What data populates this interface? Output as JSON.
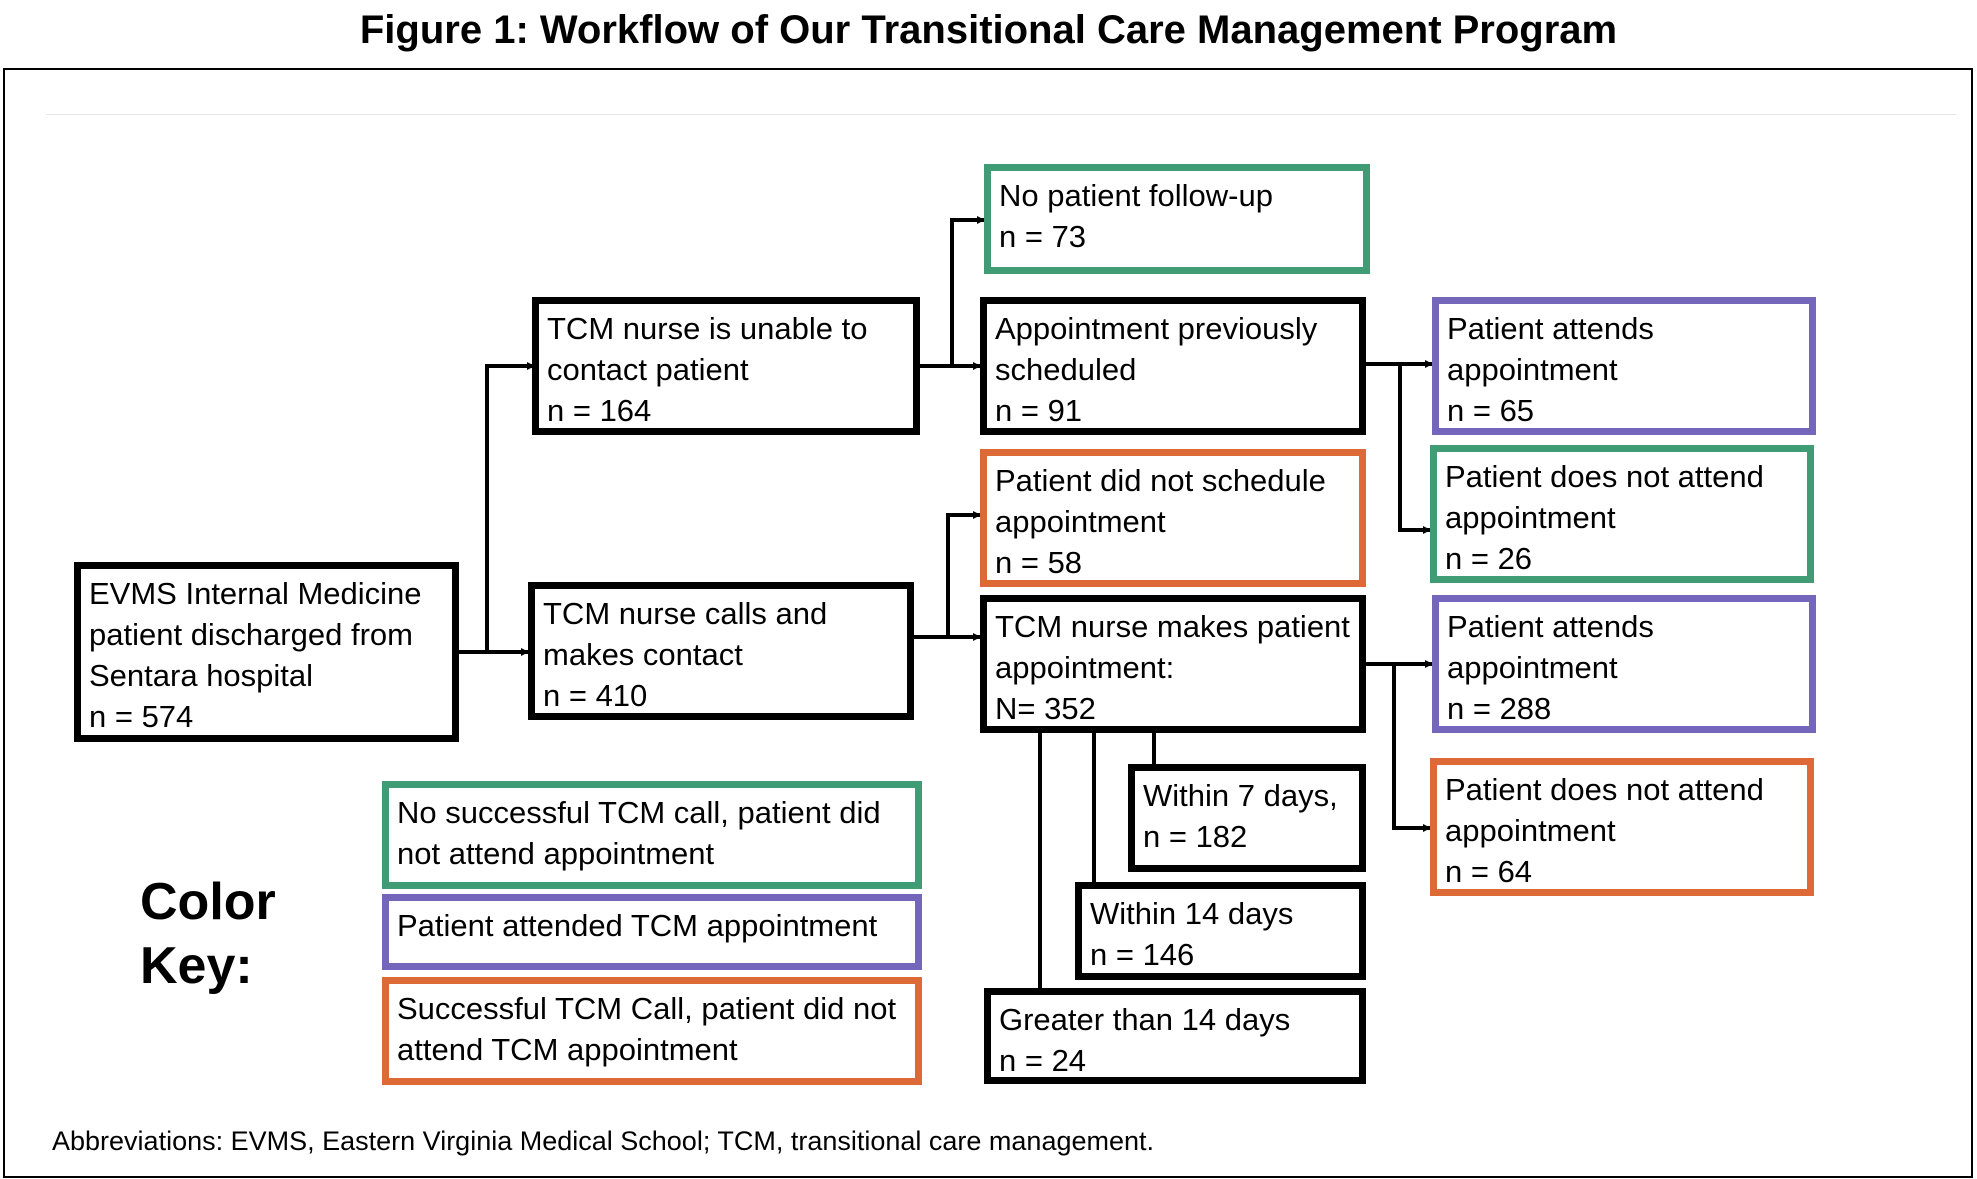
{
  "title": "Figure 1: Workflow of Our Transitional Care Management Program",
  "colors": {
    "neutral": "#000000",
    "green": "#3f9c74",
    "purple": "#7466ba",
    "orange": "#dd6a36"
  },
  "nodes": {
    "start": {
      "lines": [
        "EVMS Internal Medicine",
        "patient discharged from",
        "Sentara hospital",
        "n = 574"
      ]
    },
    "unable": {
      "lines": [
        "TCM nurse is unable to",
        "contact patient",
        "n = 164"
      ]
    },
    "contact": {
      "lines": [
        "TCM nurse calls and",
        "makes contact",
        "n = 410"
      ]
    },
    "no_followup": {
      "lines": [
        "No patient follow-up",
        "n = 73"
      ]
    },
    "prev_sched": {
      "lines": [
        "Appointment previously",
        "scheduled",
        "n = 91"
      ]
    },
    "not_sched": {
      "lines": [
        "Patient did not schedule",
        "appointment",
        "n = 58"
      ]
    },
    "makes_appt": {
      "lines": [
        "TCM nurse makes patient",
        "appointment:",
        "N= 352"
      ]
    },
    "within7": {
      "lines": [
        "Within 7 days,",
        "n = 182"
      ]
    },
    "within14": {
      "lines": [
        "Within 14 days",
        "n = 146"
      ]
    },
    "gt14": {
      "lines": [
        "Greater than 14 days",
        "n = 24"
      ]
    },
    "attends65": {
      "lines": [
        "Patient attends",
        "appointment",
        "n = 65"
      ]
    },
    "notattend26": {
      "lines": [
        "Patient does not attend",
        "appointment",
        "n = 26"
      ]
    },
    "attends288": {
      "lines": [
        "Patient attends",
        "appointment",
        "n = 288"
      ]
    },
    "notattend64": {
      "lines": [
        "Patient does not attend",
        "appointment",
        "n = 64"
      ]
    }
  },
  "color_key": {
    "title_lines": [
      "Color",
      "Key:"
    ],
    "green": {
      "lines": [
        "No successful TCM call, patient did",
        "not attend appointment"
      ]
    },
    "purple": {
      "lines": [
        "Patient attended TCM appointment"
      ]
    },
    "orange": {
      "lines": [
        "Successful TCM Call, patient did not",
        "attend TCM appointment"
      ]
    }
  },
  "abbreviations": "Abbreviations: EVMS, Eastern Virginia Medical School; TCM, transitional care management."
}
